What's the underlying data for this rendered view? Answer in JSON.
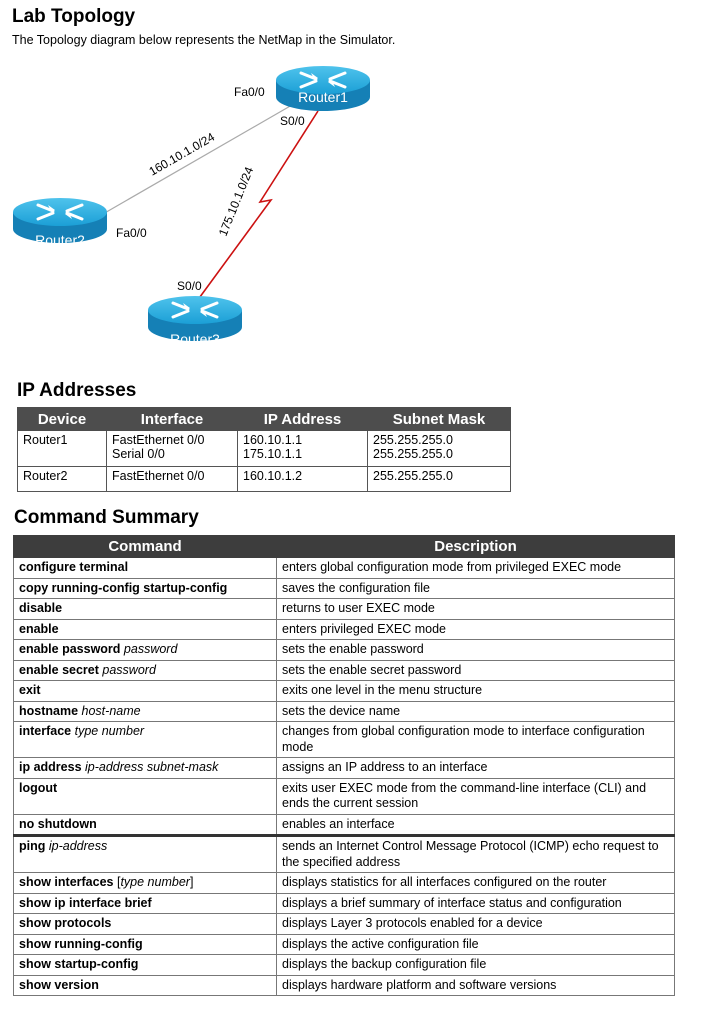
{
  "lab_topology": {
    "title": "Lab Topology",
    "intro": "The Topology diagram below represents the NetMap in the Simulator."
  },
  "diagram": {
    "routers": [
      {
        "name": "Router1"
      },
      {
        "name": "Router2"
      },
      {
        "name": "Router3"
      }
    ],
    "links": [
      {
        "network": "160.10.1.0/24",
        "type": "ethernet",
        "color": "#aaaaaa"
      },
      {
        "network": "175.10.1.0/24",
        "type": "serial",
        "color": "#cc1111"
      }
    ],
    "interface_labels": {
      "r1_fa": "Fa0/0",
      "r1_s": "S0/0",
      "r2_fa": "Fa0/0",
      "r3_s": "S0/0"
    },
    "router_color": "#1a8fc4"
  },
  "ip_addresses": {
    "title": "IP Addresses",
    "headers": [
      "Device",
      "Interface",
      "IP Address",
      "Subnet Mask"
    ],
    "rows": [
      {
        "device": "Router1",
        "interfaces": [
          "FastEthernet 0/0",
          "Serial 0/0"
        ],
        "ips": [
          "160.10.1.1",
          "175.10.1.1"
        ],
        "masks": [
          "255.255.255.0",
          "255.255.255.0"
        ]
      },
      {
        "device": "Router2",
        "interfaces": [
          "FastEthernet 0/0"
        ],
        "ips": [
          "160.10.1.2"
        ],
        "masks": [
          "255.255.255.0"
        ]
      }
    ]
  },
  "command_summary": {
    "title": "Command Summary",
    "headers": [
      "Command",
      "Description"
    ],
    "rows": [
      {
        "cmd": "configure terminal",
        "arg": "",
        "desc": "enters global configuration mode from privileged EXEC mode"
      },
      {
        "cmd": "copy running-config startup-config",
        "arg": "",
        "desc": "saves the configuration file"
      },
      {
        "cmd": "disable",
        "arg": "",
        "desc": "returns to user EXEC mode"
      },
      {
        "cmd": "enable",
        "arg": "",
        "desc": "enters privileged EXEC mode"
      },
      {
        "cmd": "enable password",
        "arg": "password",
        "desc": "sets the enable password"
      },
      {
        "cmd": "enable secret",
        "arg": "password",
        "desc": "sets the enable secret password"
      },
      {
        "cmd": "exit",
        "arg": "",
        "desc": "exits one level in the menu structure"
      },
      {
        "cmd": "hostname",
        "arg": "host-name",
        "desc": "sets the device name"
      },
      {
        "cmd": "interface",
        "arg": "type number",
        "desc": "changes from global configuration mode to interface configuration mode"
      },
      {
        "cmd": "ip address",
        "arg": "ip-address subnet-mask",
        "desc": "assigns an IP address to an interface"
      },
      {
        "cmd": "logout",
        "arg": "",
        "desc": "exits user EXEC mode from the command-line interface (CLI) and ends the current session"
      },
      {
        "cmd": "no shutdown",
        "arg": "",
        "desc": "enables an interface"
      },
      {
        "cmd": "ping",
        "arg": "ip-address",
        "desc": "sends an Internet Control Message Protocol (ICMP) echo request to the specified address"
      },
      {
        "cmd": "show interfaces",
        "arg": "[type number]",
        "desc": "displays statistics for all interfaces configured on the router"
      },
      {
        "cmd": "show ip interface brief",
        "arg": "",
        "desc": "displays a brief summary of interface status and configuration"
      },
      {
        "cmd": "show protocols",
        "arg": "",
        "desc": "displays Layer 3 protocols enabled for a device"
      },
      {
        "cmd": "show running-config",
        "arg": "",
        "desc": "displays the active configuration file"
      },
      {
        "cmd": "show startup-config",
        "arg": "",
        "desc": "displays the backup configuration file"
      },
      {
        "cmd": "show version",
        "arg": "",
        "desc": "displays hardware platform and software versions"
      }
    ]
  }
}
